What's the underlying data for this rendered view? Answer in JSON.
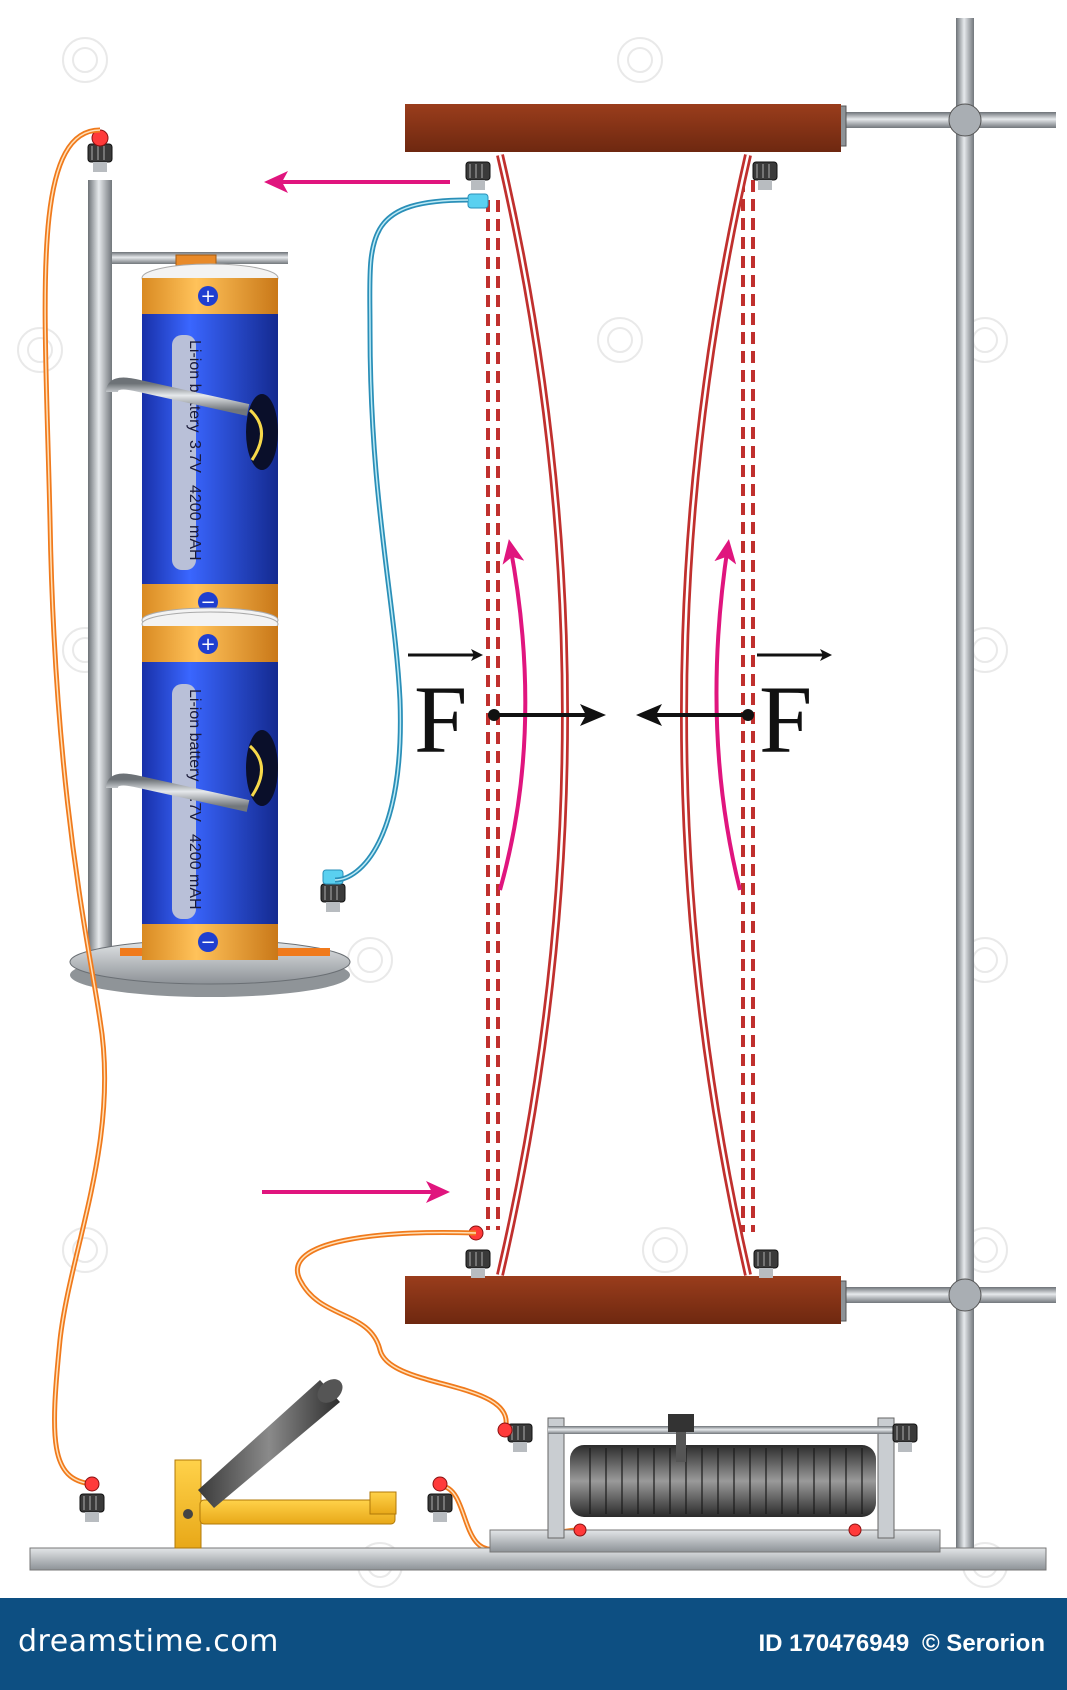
{
  "diagram": {
    "battery_top": {
      "label_name": "Li-ion battery",
      "label_voltage": "3.7V",
      "label_capacity": "4200 mAH",
      "plus": "+",
      "minus": "−"
    },
    "battery_bottom": {
      "label_name": "Li-ion battery",
      "label_voltage": "3.7V",
      "label_capacity": "4200 mAH",
      "plus": "+",
      "minus": "−"
    },
    "force_left": "F",
    "force_right": "F"
  },
  "footer": {
    "site": "dreamstime.com",
    "id_text": "ID 170476949",
    "credit": "© Serorion"
  },
  "colors": {
    "wire_orange": "#f07a1c",
    "wire_blue": "#2a8fb8",
    "conductor_red": "#c0302e",
    "current_arrow": "#e0157e",
    "board_brown": "#8b3418",
    "battery_blue": "#1f3fd0",
    "battery_band": "#f2a23a",
    "steel": "#9aa0a6",
    "footer_bg": "#0d4f82"
  }
}
